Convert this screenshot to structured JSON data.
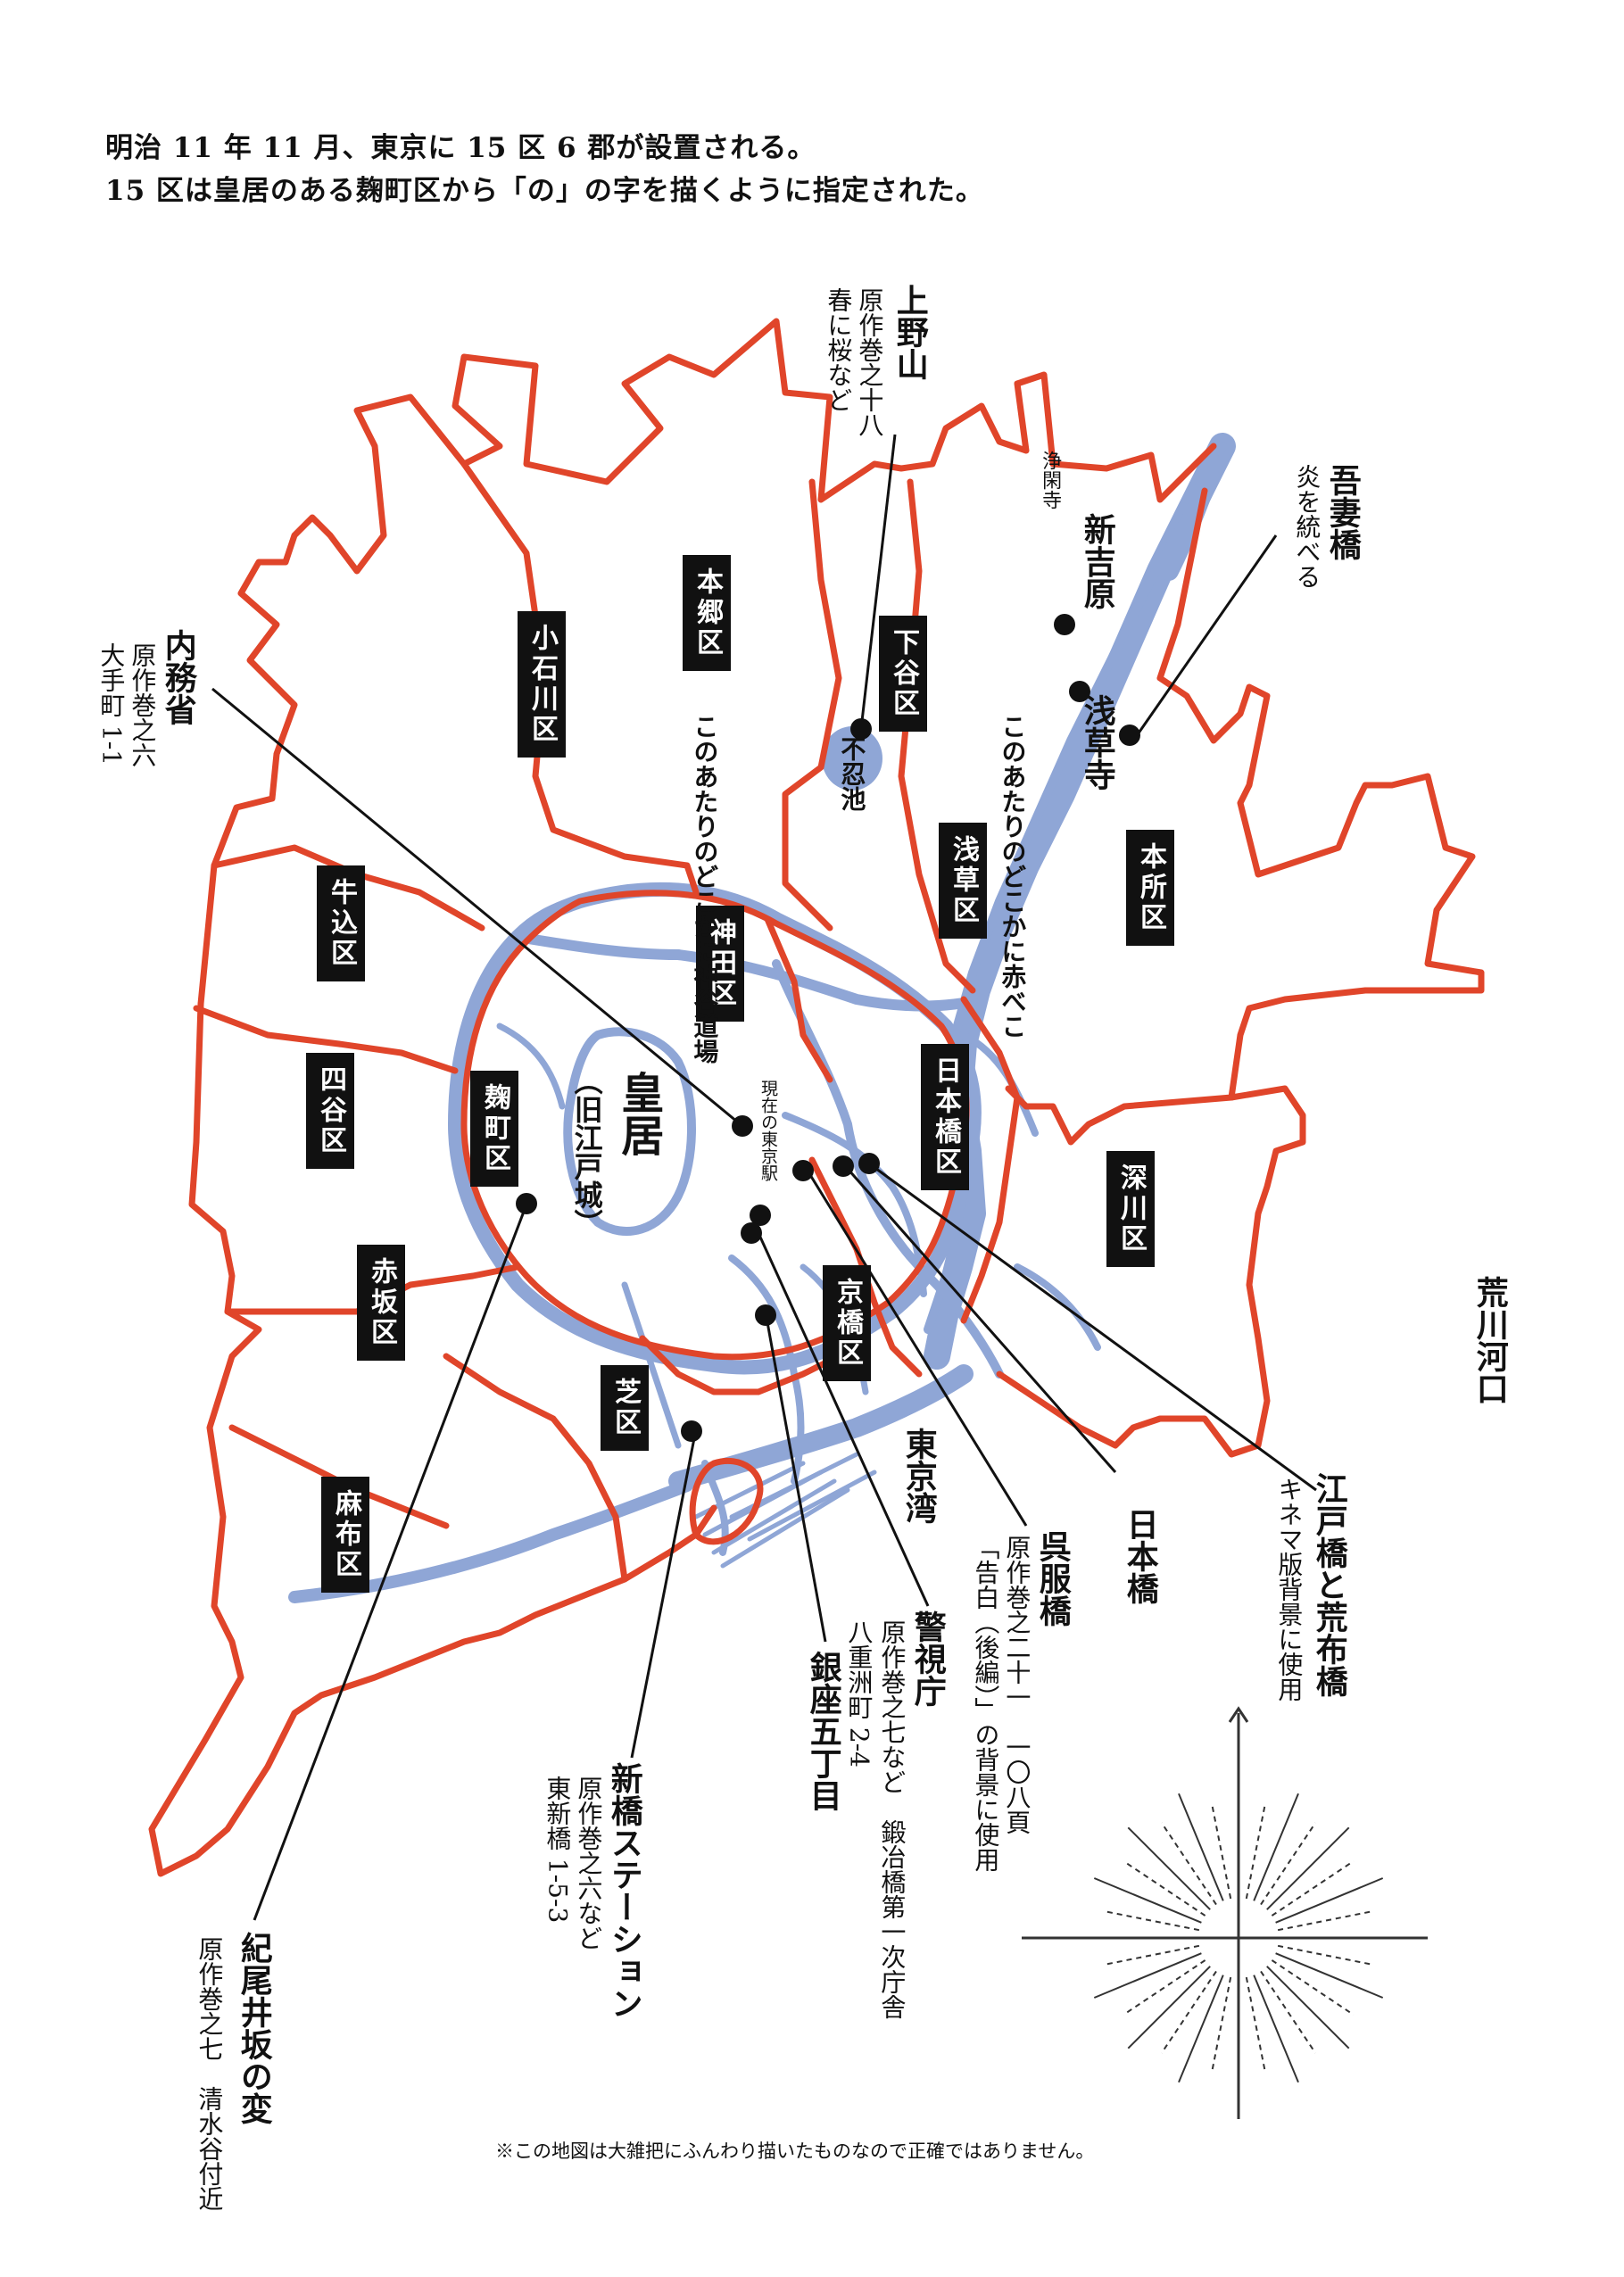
{
  "intro": {
    "line1": "明治 11 年 11 月、東京に 15 区 6 郡が設置される。",
    "line2": "15 区は皇居のある麹町区から「の」の字を描くように指定された。"
  },
  "districts": {
    "hongo": "本郷区",
    "koishikawa": "小石川区",
    "shitaya": "下谷区",
    "asakusa": "浅草区",
    "honjo": "本所区",
    "ushigome": "牛込区",
    "kanda": "神田区",
    "yotsuya": "四谷区",
    "kojimachi": "麹町区",
    "nihonbashi": "日本橋区",
    "fukagawa": "深川区",
    "akasaka": "赤坂区",
    "kyobashi": "京橋区",
    "shiba": "芝区",
    "azabu": "麻布区"
  },
  "places": {
    "kokyo": "皇居",
    "kokyo_sub": "（旧江戸城）",
    "shinobazu": "不忍池",
    "tokyo_station": "現在の東京駅",
    "jokanji": "浄閑寺",
    "shin_yoshiwara": "新吉原",
    "sensoji": "浅草寺",
    "tokyo_bay": "東京湾",
    "arakawa": "荒川河口"
  },
  "notes": {
    "akabeko": "このあたりのどこかに赤べこ",
    "kamiya_dojo": "このあたりのどこかに神谷道場"
  },
  "callouts": {
    "ueno": {
      "title": "上野山",
      "line1": "原作巻之十八",
      "line2": "春に桜など"
    },
    "azumabashi": {
      "title": "吾妻橋",
      "line1": "炎を統べる"
    },
    "naimusho": {
      "title": "内務省",
      "line1": "原作巻之六",
      "line2": "大手町 1-1"
    },
    "kioizaka": {
      "title": "紀尾井坂の変",
      "line1": "原作巻之七　清水谷付近"
    },
    "shinbashi": {
      "title": "新橋ステーション",
      "line1": "原作巻之六など",
      "line2": "東新橋 1-5-3"
    },
    "ginza": {
      "title": "銀座五丁目"
    },
    "keishicho": {
      "title": "警視庁",
      "line1": "原作巻之七など　鍛冶橋第一次庁舎",
      "line2": "八重洲町 2-4"
    },
    "gofukubashi": {
      "title": "呉服橋",
      "line1": "原作巻之二十一　一〇八頁",
      "line2": "「告白（後編）」の背景に使用"
    },
    "nihonbashi_bridge": {
      "title": "日本橋"
    },
    "edobashi": {
      "title": "江戸橋と荒布橋",
      "line1": "キネマ版背景に使用"
    }
  },
  "footnote": "※この地図は大雑把にふんわり描いたものなので正確ではありません。",
  "colors": {
    "ward_border": "#e0452a",
    "water": "#8fa6d6",
    "ink": "#111111",
    "paper": "#ffffff"
  }
}
